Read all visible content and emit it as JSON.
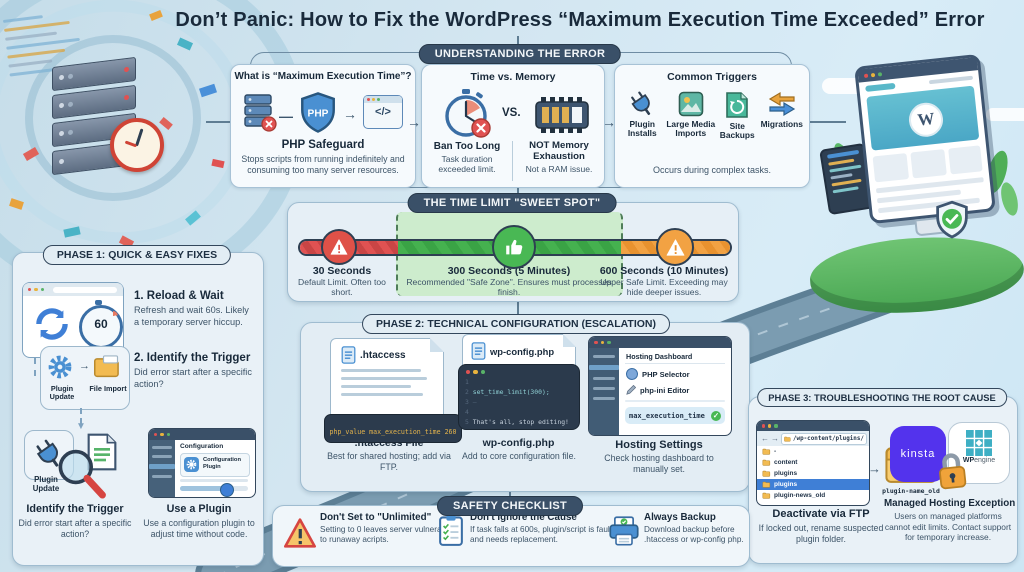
{
  "title": "Don’t Panic: How to Fix the WordPress “Maximum Execution Time Exceeded” Error",
  "understanding": {
    "badge": "UNDERSTANDING THE ERROR",
    "card1": {
      "title": "What is “Maximum Execution Time”?",
      "shield": "PHP",
      "code": "</>",
      "heading": "PHP Safeguard",
      "desc": "Stops scripts from running indefinitely and consuming too many server resources."
    },
    "card2": {
      "title": "Time vs. Memory",
      "vs": "VS.",
      "left_heading": "Ban Too Long",
      "left_desc": "Task duration exceeded limit.",
      "right_heading": "NOT Memory Exhaustion",
      "right_desc": "Not a RAM issue."
    },
    "card3": {
      "title": "Common Triggers",
      "labels": [
        "Plugin Installs",
        "Large Media Imports",
        "Site Backups",
        "Migrations"
      ],
      "footer": "Occurs during complex tasks."
    }
  },
  "sweet_spot": {
    "badge": "THE TIME LIMIT \"SWEET SPOT\"",
    "p1_title": "30 Seconds",
    "p1_desc": "Default Limit. Often too short.",
    "p2_title": "300 Seconds (5 Minutes)",
    "p2_desc": "Recommended \"Safe Zone\". Ensures must processes finish.",
    "p3_title": "600 Seconds (10 Minutes)",
    "p3_desc": "Upper Safe Limit. Exceeding may hide deeper issues."
  },
  "phase1": {
    "badge": "PHASE 1: QUICK & EASY FIXES",
    "timer": "60",
    "step1_title": "1. Reload & Wait",
    "step1_desc": "Refresh and wait 60s. Likely a temporary server hiccup.",
    "step2_title": "2. Identify the Trigger",
    "step2_desc": "Did error start after a specific action?",
    "step2_label1": "Plugin Update",
    "step2_label2": "File Import",
    "step3_label": "Plugin Update",
    "step3_title": "Identify the Trigger",
    "step3_desc": "Did error start after a specific action?",
    "step4_window": "Configuration",
    "step4_tile": "Configuration Plugin",
    "step4_title": "Use a Plugin",
    "step4_desc": "Use a configuration plugin to adjust time without code."
  },
  "phase2": {
    "badge": "PHASE 2: TECHNICAL CONFIGURATION (ESCALATION)",
    "card1": {
      "file": ".htaccess",
      "code": "php_value max_execution_time 260",
      "title": ".htaccess File",
      "desc": "Best for shared hosting; add via FTP."
    },
    "card2": {
      "file": "wp-config.php",
      "code": "set_time_limit(300);",
      "comment": "That's all, stop editing!",
      "title": "wp-config.php",
      "desc": "Add to core configuration file."
    },
    "card3": {
      "window": "Hosting Dashboard",
      "item1": "PHP Selector",
      "item2": "php-ini Editor",
      "item3": "max_execution_time",
      "title": "Hosting Settings",
      "desc": "Check hosting dashboard to manually set."
    }
  },
  "phase3": {
    "badge": "PHASE 3: TROUBLESHOOTING THE ROOT CAUSE",
    "ftp": {
      "address": "/wp-content/plugins/",
      "files": [
        "-",
        "content",
        "plugins",
        "plugins",
        "plugin-news_old"
      ],
      "folder_label": "plugin-name_old",
      "title": "Deactivate via FTP",
      "desc": "If locked out, rename suspected plugin folder."
    },
    "hosting": {
      "brand1": "kinsta",
      "brand2_bold": "WP",
      "brand2_light": "engine",
      "title": "Managed Hosting Exception",
      "desc": "Users on managed platforms cannot edit limits. Contact support for temporary increase."
    }
  },
  "safety": {
    "badge": "SAFETY CHECKLIST",
    "item1_title": "Don't Set to \"Unlimited\"",
    "item1_desc": "Setting to 0 leaves server vulnerable to runaway acripts.",
    "item2_title": "Don't Ignore the Cause",
    "item2_desc": "If task falls at 600s, plugin/script is faulty and needs replacement.",
    "item3_title": "Always Backup",
    "item3_desc": "Download backup before .htaccess or wp-config php."
  },
  "decor": {
    "wp_logo": "W"
  },
  "colors": {
    "navy": "#3a5068",
    "red": "#e05252",
    "green": "#45b14f",
    "orange": "#f0a243",
    "accent_blue": "#4a90d2"
  }
}
